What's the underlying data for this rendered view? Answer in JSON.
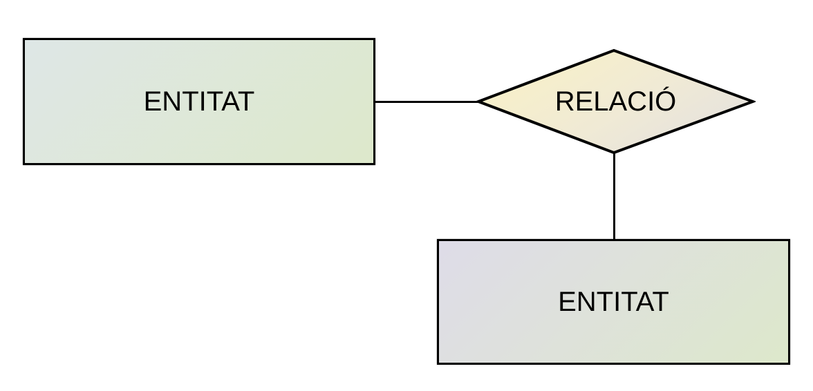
{
  "diagram": {
    "entity_left": {
      "label": "ENTITAT",
      "shape": "rectangle"
    },
    "relation": {
      "label": "RELACIÓ",
      "shape": "diamond"
    },
    "entity_bottom": {
      "label": "ENTITAT",
      "shape": "rectangle"
    },
    "connectors": [
      {
        "from": "entity_left",
        "to": "relation",
        "orientation": "horizontal"
      },
      {
        "from": "relation",
        "to": "entity_bottom",
        "orientation": "vertical"
      }
    ],
    "colors": {
      "background": "#ffffff",
      "stroke": "#000000",
      "text": "#000000",
      "entity_left_gradient": [
        "#dee7e6",
        "#dde8cb"
      ],
      "entity_bottom_gradient": [
        "#dedce8",
        "#dde8cb"
      ],
      "relation_gradient": [
        "#f9f1c7",
        "#e4e1df"
      ]
    }
  }
}
